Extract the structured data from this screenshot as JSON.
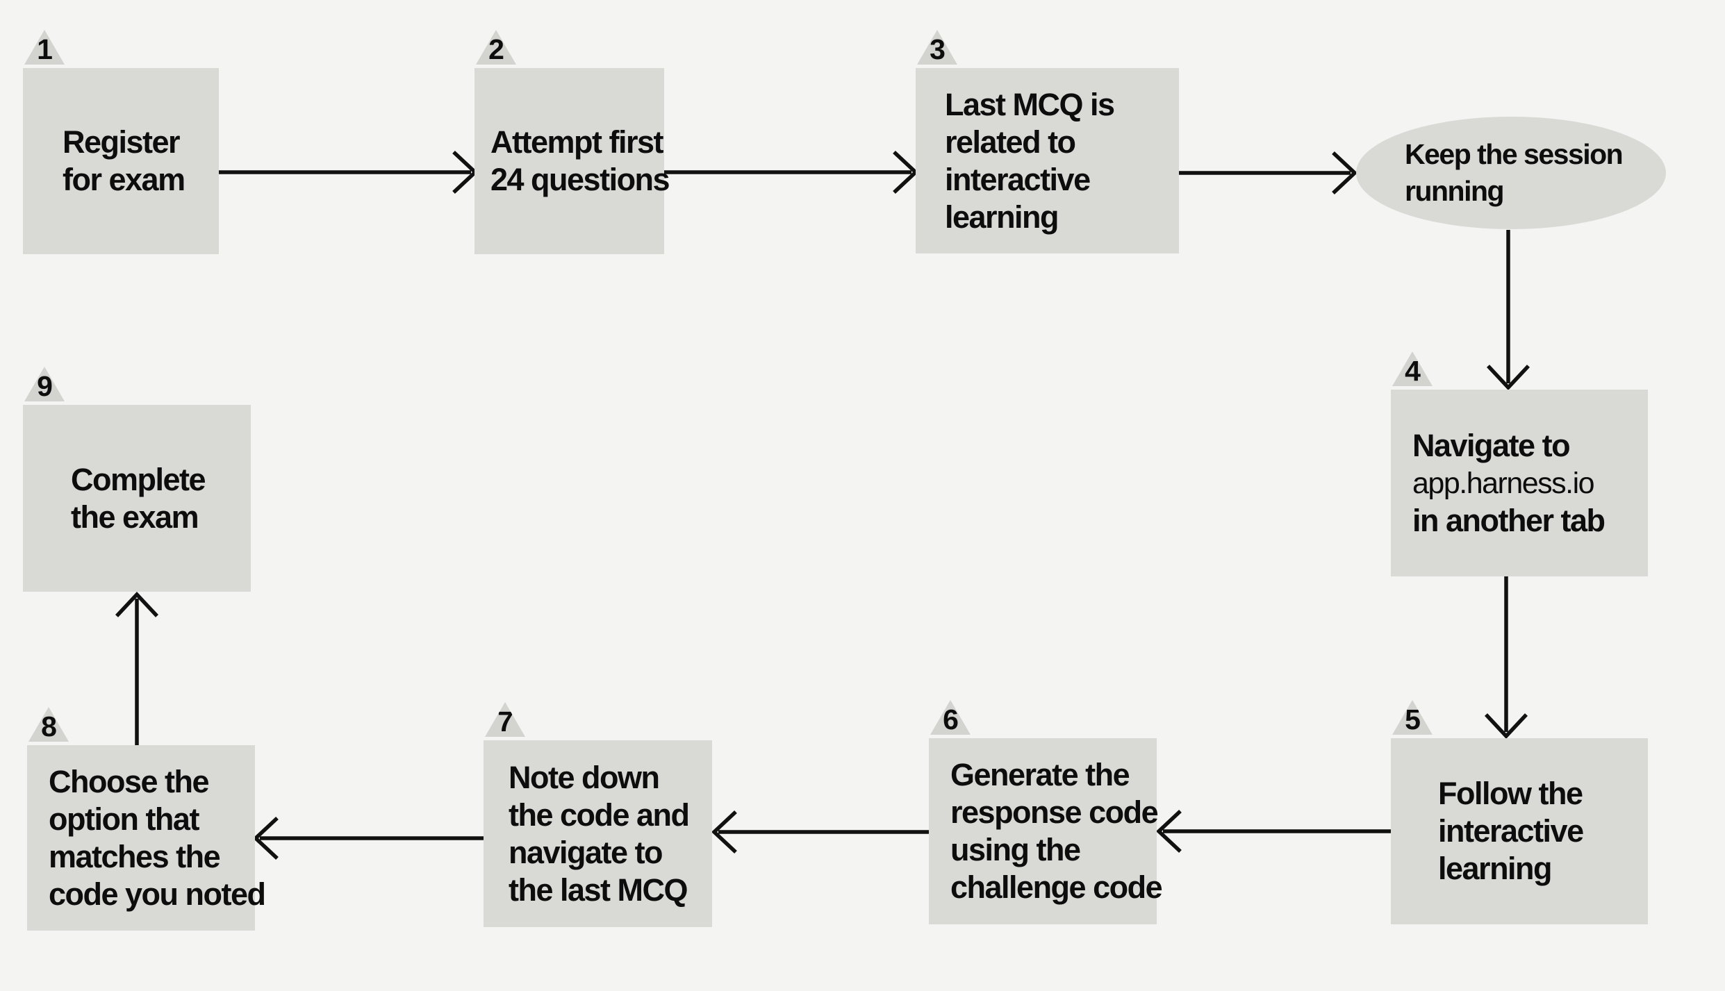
{
  "colors": {
    "background": "#f4f4f2",
    "node_fill": "#d9d9d6",
    "marker_fill": "#d3d3d0",
    "text": "#0d0d0d",
    "arrow": "#111111"
  },
  "diagram": {
    "type": "flowchart",
    "nodes": [
      {
        "step": "1",
        "shape": "rect",
        "lines": [
          "Register",
          "for exam"
        ]
      },
      {
        "step": "2",
        "shape": "rect",
        "lines": [
          "Attempt first",
          "24 questions"
        ]
      },
      {
        "step": "3",
        "shape": "rect",
        "lines": [
          "Last MCQ is",
          "related to",
          "interactive",
          "learning"
        ]
      },
      {
        "step": "",
        "shape": "ellipse",
        "lines": [
          "Keep the session",
          "running"
        ]
      },
      {
        "step": "4",
        "shape": "rect",
        "lines": [
          "Navigate to",
          "app.harness.io",
          "in another tab"
        ]
      },
      {
        "step": "5",
        "shape": "rect",
        "lines": [
          "Follow the",
          "interactive",
          "learning"
        ]
      },
      {
        "step": "6",
        "shape": "rect",
        "lines": [
          "Generate the",
          "response code",
          "using the",
          "challenge code"
        ]
      },
      {
        "step": "7",
        "shape": "rect",
        "lines": [
          "Note down",
          "the code and",
          "navigate to",
          "the last MCQ"
        ]
      },
      {
        "step": "8",
        "shape": "rect",
        "lines": [
          "Choose the",
          "option that",
          "matches the",
          "code you noted"
        ]
      },
      {
        "step": "9",
        "shape": "rect",
        "lines": [
          "Complete",
          "the exam"
        ]
      }
    ],
    "edges": [
      {
        "from": "1",
        "to": "2",
        "direction": "right"
      },
      {
        "from": "2",
        "to": "3",
        "direction": "right"
      },
      {
        "from": "3",
        "to": "keep-the-session-running",
        "direction": "right"
      },
      {
        "from": "keep-the-session-running",
        "to": "4",
        "direction": "down"
      },
      {
        "from": "4",
        "to": "5",
        "direction": "down"
      },
      {
        "from": "5",
        "to": "6",
        "direction": "left"
      },
      {
        "from": "6",
        "to": "7",
        "direction": "left"
      },
      {
        "from": "7",
        "to": "8",
        "direction": "left"
      },
      {
        "from": "8",
        "to": "9",
        "direction": "up"
      }
    ]
  }
}
